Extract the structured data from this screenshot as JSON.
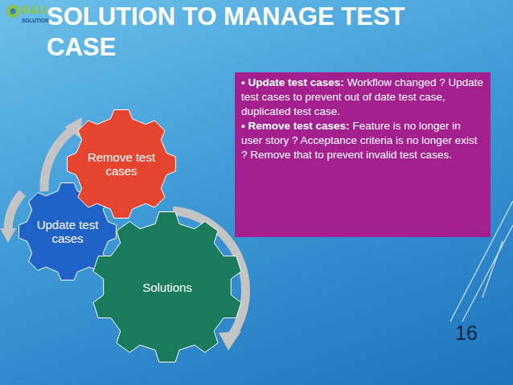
{
  "diagram": {
    "title": "SOLUTION TO MANAGE TEST CASE",
    "nodes": [
      {
        "text": [
          "Remove test cases"
        ]
      },
      {
        "text": [
          "Update test cases"
        ]
      },
      {
        "text": [
          "Solutions"
        ]
      },
      {
        "text": [
          "• Update test cases:",
          "Workflow changed ? Update test cases to prevent out of date test case, duplicated test case.",
          "• Remove test cases:",
          "Feature is no longer in user story ? Acceptance criteria is no longer exist ? Remove that to prevent invalid test cases."
        ]
      }
    ],
    "labels": [
      "B&U",
      "SOLUTION",
      "16"
    ]
  }
}
